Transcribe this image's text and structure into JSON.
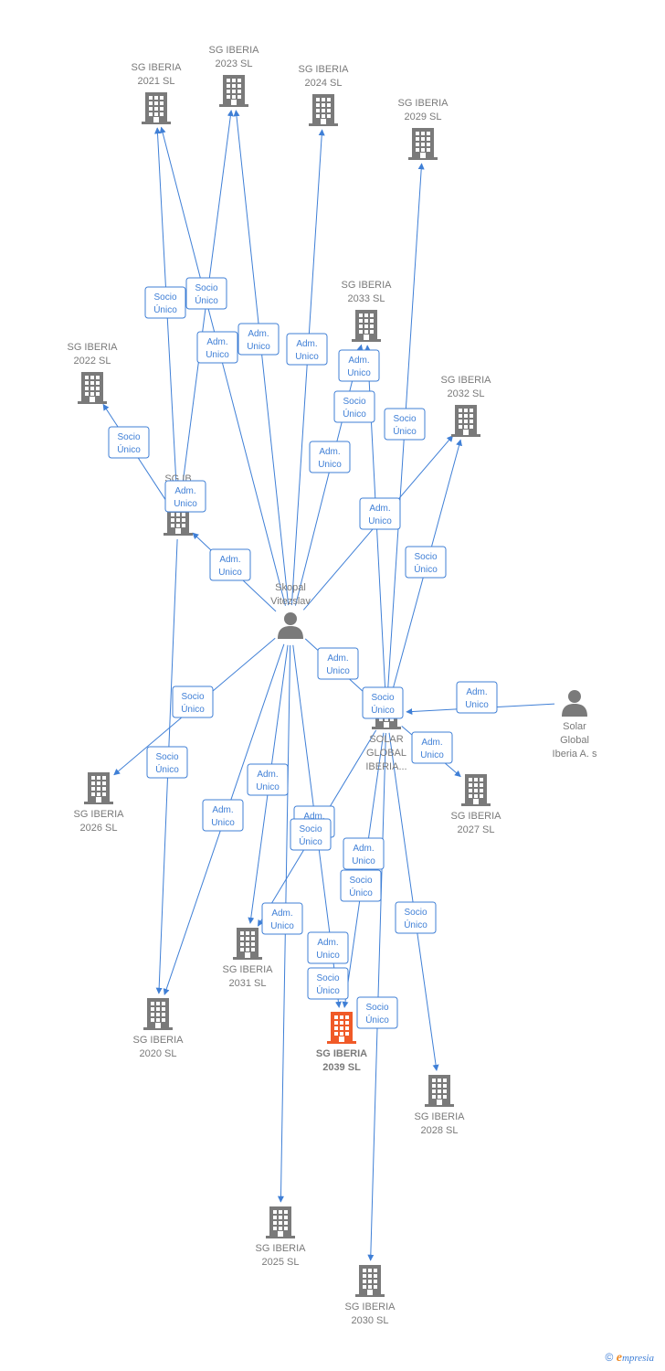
{
  "colors": {
    "edge": "#3f7fd6",
    "building": "#7a7a7a",
    "highlight": "#f05a28",
    "person": "#7a7a7a"
  },
  "nodes": [
    {
      "id": "sg2021",
      "kind": "company",
      "lines": [
        "SG IBERIA",
        "2021  SL"
      ]
    },
    {
      "id": "sg2023",
      "kind": "company",
      "lines": [
        "SG IBERIA",
        "2023  SL"
      ]
    },
    {
      "id": "sg2024",
      "kind": "company",
      "lines": [
        "SG IBERIA",
        "2024  SL"
      ]
    },
    {
      "id": "sg2029",
      "kind": "company",
      "lines": [
        "SG IBERIA",
        "2029  SL"
      ]
    },
    {
      "id": "sg2033",
      "kind": "company",
      "lines": [
        "SG IBERIA",
        "2033  SL"
      ]
    },
    {
      "id": "sg2022",
      "kind": "company",
      "lines": [
        "SG IBERIA",
        "2022  SL"
      ]
    },
    {
      "id": "sg2032",
      "kind": "company",
      "lines": [
        "SG IBERIA",
        "2032  SL"
      ]
    },
    {
      "id": "sgMid",
      "kind": "company",
      "lines": [
        "SG IB",
        "L"
      ]
    },
    {
      "id": "skopal",
      "kind": "person",
      "lines": [
        "Skopal",
        "Vitezslav"
      ]
    },
    {
      "id": "solarGlobal",
      "kind": "company",
      "lines": [
        "SOLAR",
        "GLOBAL",
        "IBERIA..."
      ]
    },
    {
      "id": "solarPerson",
      "kind": "person",
      "lines": [
        "Solar",
        "Global",
        "Iberia A. s"
      ]
    },
    {
      "id": "sg2026",
      "kind": "company",
      "lines": [
        "SG IBERIA",
        "2026  SL"
      ]
    },
    {
      "id": "sg2027",
      "kind": "company",
      "lines": [
        "SG IBERIA",
        "2027  SL"
      ]
    },
    {
      "id": "sg2031",
      "kind": "company",
      "lines": [
        "SG IBERIA",
        "2031  SL"
      ]
    },
    {
      "id": "sg2020",
      "kind": "company",
      "lines": [
        "SG IBERIA",
        "2020  SL"
      ]
    },
    {
      "id": "sg2039",
      "kind": "company",
      "highlight": true,
      "lines": [
        "SG IBERIA",
        "2039  SL"
      ]
    },
    {
      "id": "sg2028",
      "kind": "company",
      "lines": [
        "SG IBERIA",
        "2028  SL"
      ]
    },
    {
      "id": "sg2025",
      "kind": "company",
      "lines": [
        "SG IBERIA",
        "2025  SL"
      ]
    },
    {
      "id": "sg2030",
      "kind": "company",
      "lines": [
        "SG IBERIA",
        "2030  SL"
      ]
    }
  ],
  "edges": [
    {
      "from": "skopal",
      "to": "sg2021"
    },
    {
      "from": "skopal",
      "to": "sg2023"
    },
    {
      "from": "skopal",
      "to": "sg2024"
    },
    {
      "from": "skopal",
      "to": "sg2033"
    },
    {
      "from": "skopal",
      "to": "sgMid"
    },
    {
      "from": "skopal",
      "to": "sg2032"
    },
    {
      "from": "skopal",
      "to": "sg2026"
    },
    {
      "from": "skopal",
      "to": "sg2031"
    },
    {
      "from": "skopal",
      "to": "sg2020"
    },
    {
      "from": "skopal",
      "to": "sg2039"
    },
    {
      "from": "skopal",
      "to": "sg2025"
    },
    {
      "from": "skopal",
      "to": "solarGlobal"
    },
    {
      "from": "sgMid",
      "to": "sg2021"
    },
    {
      "from": "sgMid",
      "to": "sg2023"
    },
    {
      "from": "sgMid",
      "to": "sg2022"
    },
    {
      "from": "sgMid",
      "to": "sg2020"
    },
    {
      "from": "solarGlobal",
      "to": "sg2029"
    },
    {
      "from": "solarGlobal",
      "to": "sg2033"
    },
    {
      "from": "solarGlobal",
      "to": "sg2032"
    },
    {
      "from": "solarGlobal",
      "to": "sg2027"
    },
    {
      "from": "solarGlobal",
      "to": "sg2031"
    },
    {
      "from": "solarGlobal",
      "to": "sg2039"
    },
    {
      "from": "solarGlobal",
      "to": "sg2028"
    },
    {
      "from": "solarGlobal",
      "to": "sg2030"
    },
    {
      "from": "solarPerson",
      "to": "solarGlobal"
    }
  ],
  "edge_labels": [
    {
      "lines": [
        "Socio",
        "Único"
      ]
    },
    {
      "lines": [
        "Socio",
        "Único"
      ]
    },
    {
      "lines": [
        "Adm.",
        "Unico"
      ]
    },
    {
      "lines": [
        "Adm.",
        "Unico"
      ]
    },
    {
      "lines": [
        "Adm.",
        "Unico"
      ]
    },
    {
      "lines": [
        "Adm.",
        "Unico"
      ]
    },
    {
      "lines": [
        "Socio",
        "Único"
      ]
    },
    {
      "lines": [
        "Socio",
        "Único"
      ]
    },
    {
      "lines": [
        "Socio",
        "Único"
      ]
    },
    {
      "lines": [
        "Adm.",
        "Unico"
      ]
    },
    {
      "lines": [
        "Adm.",
        "Unico"
      ]
    },
    {
      "lines": [
        "Adm.",
        "Unico"
      ]
    },
    {
      "lines": [
        "Adm.",
        "Unico"
      ]
    },
    {
      "lines": [
        "Socio",
        "Único"
      ]
    },
    {
      "lines": [
        "Adm.",
        "Unico"
      ]
    },
    {
      "lines": [
        "Adm.",
        "Unico"
      ]
    },
    {
      "lines": [
        "Socio",
        "Único"
      ]
    },
    {
      "lines": [
        "Adm.",
        "Unico"
      ]
    },
    {
      "lines": [
        "Socio",
        "Único"
      ]
    },
    {
      "lines": [
        "Socio",
        "Único"
      ]
    },
    {
      "lines": [
        "Adm.",
        "Unico"
      ]
    },
    {
      "lines": [
        "Adm.",
        "Unico"
      ]
    },
    {
      "lines": [
        "Adm.",
        "Unico"
      ]
    },
    {
      "lines": [
        "Adm.",
        "Unico"
      ]
    },
    {
      "lines": [
        "Socio",
        "Único"
      ]
    },
    {
      "lines": [
        "Socio",
        "Único"
      ]
    },
    {
      "lines": [
        "Adm.",
        "Unico"
      ]
    },
    {
      "lines": [
        "Adm.",
        "Unico"
      ]
    },
    {
      "lines": [
        "Socio",
        "Único"
      ]
    },
    {
      "lines": [
        "Socio",
        "Único"
      ]
    },
    {
      "lines": [
        "Socio",
        "Único"
      ]
    }
  ],
  "footer": {
    "copyright": "©",
    "brand_initial": "e",
    "brand_rest": "mpresia"
  }
}
